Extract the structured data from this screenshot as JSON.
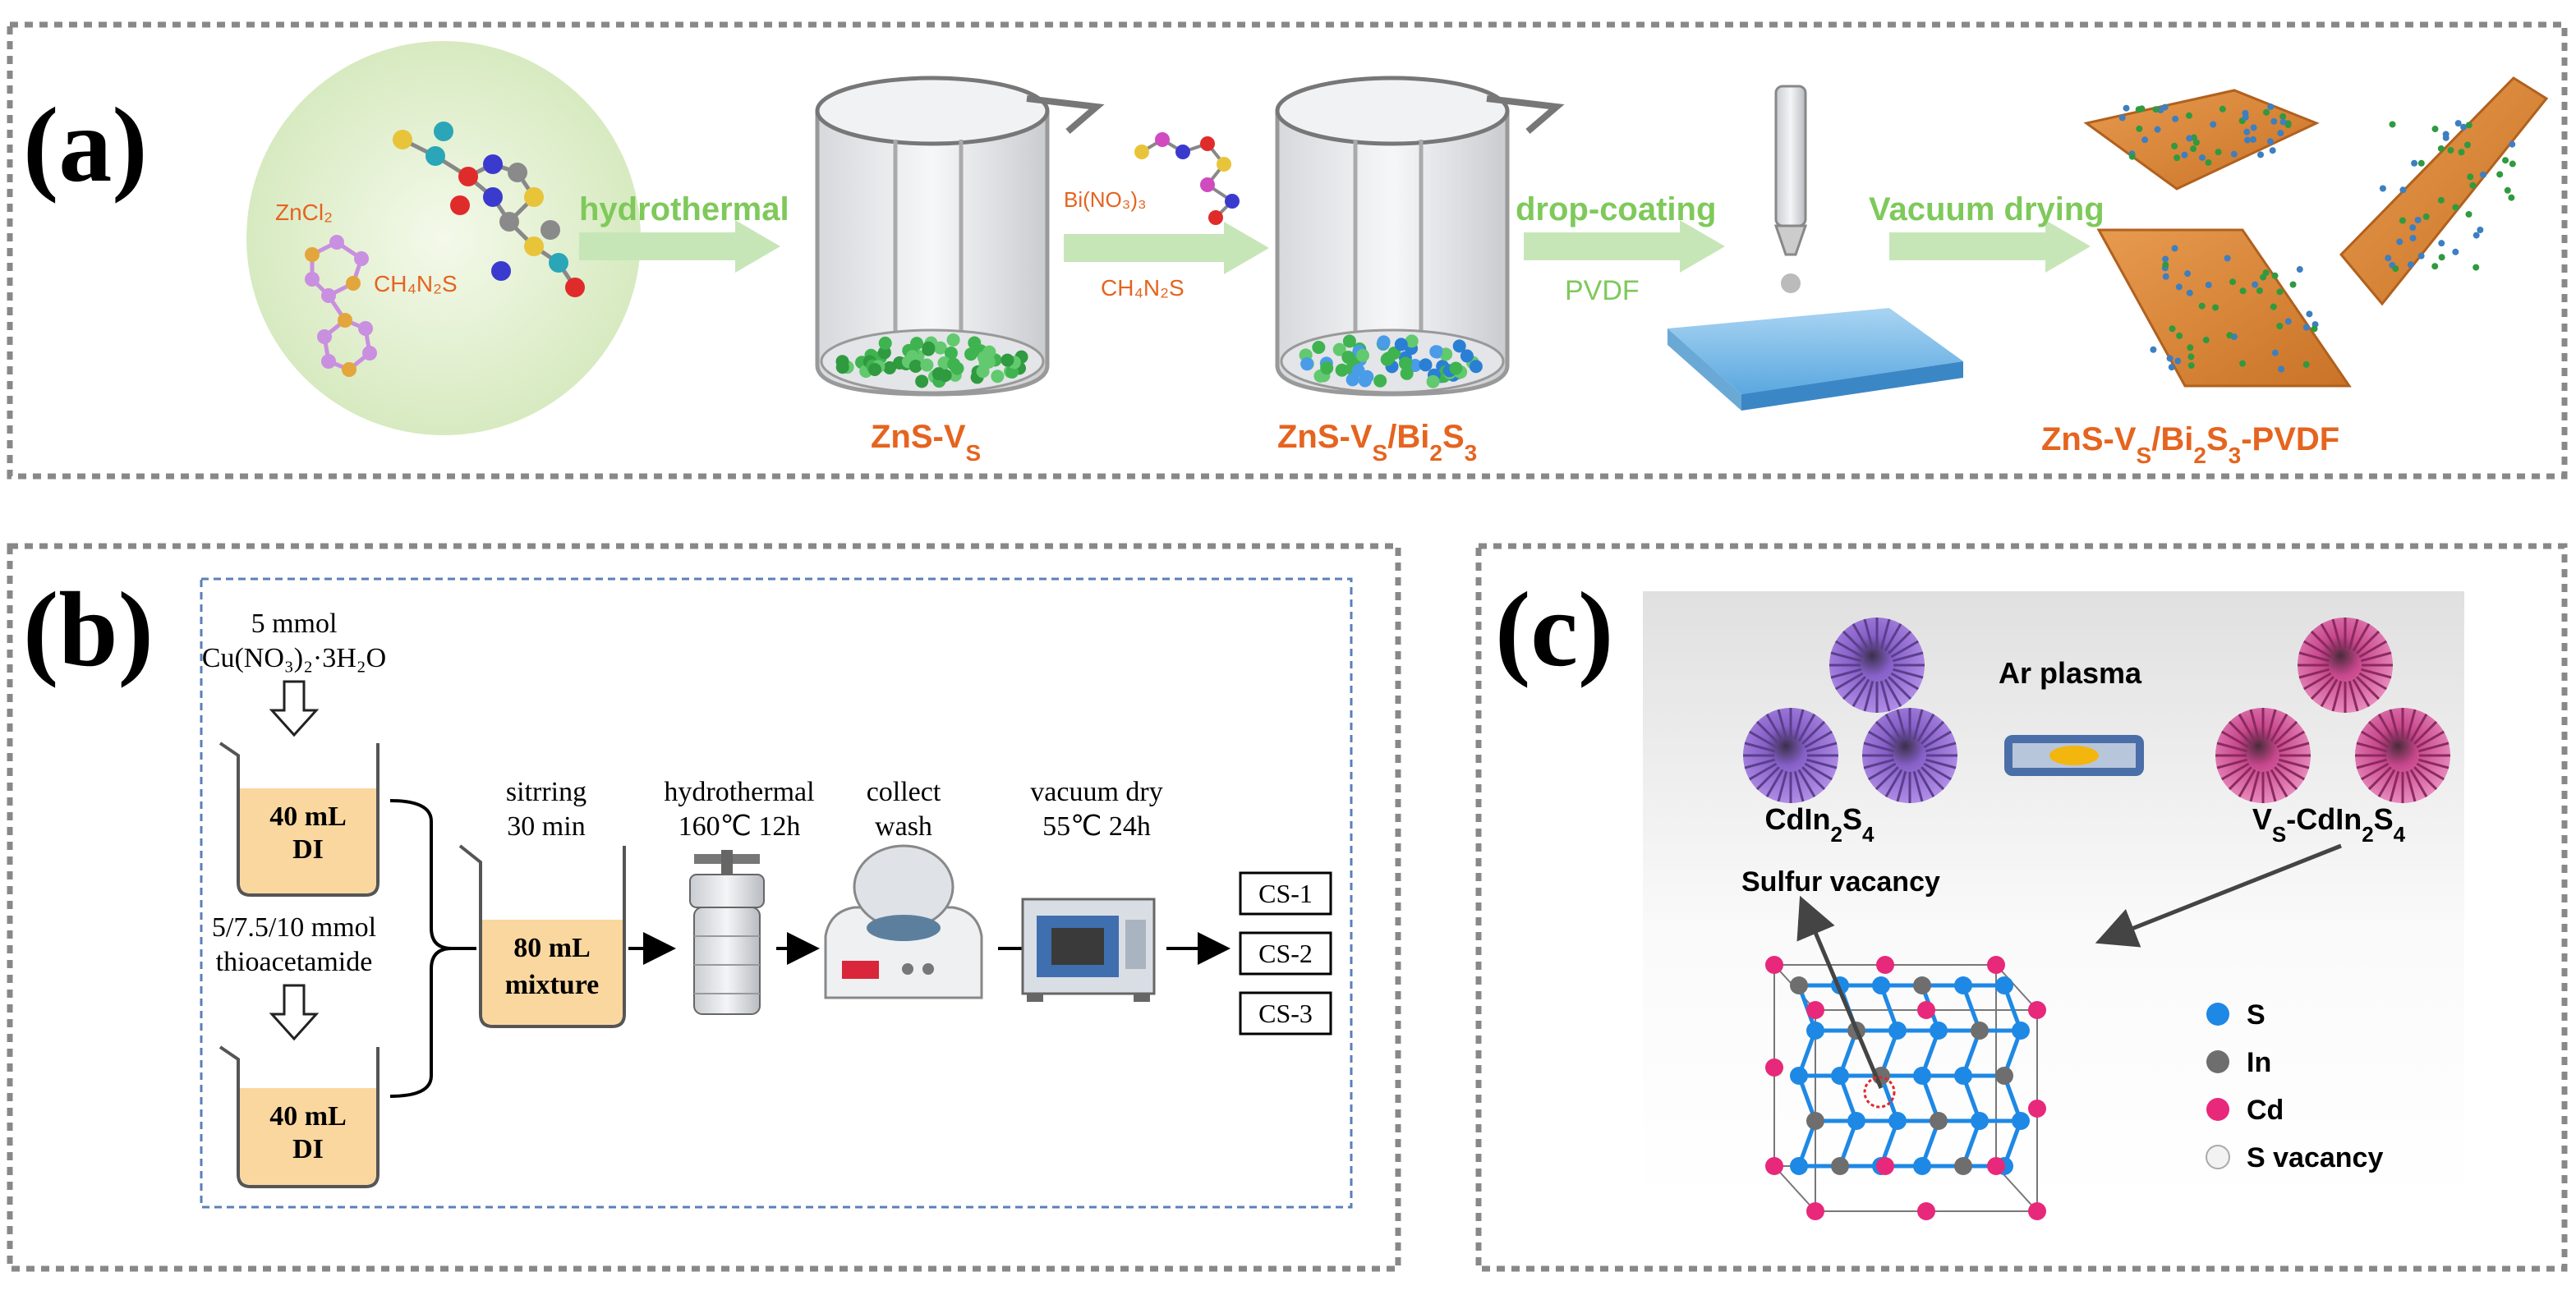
{
  "panel_a": {
    "letter": "(a)",
    "reagent_zncl2": "ZnCl₂",
    "reagent_ch4n2s": "CH₄N₂S",
    "step1_label": "hydrothermal",
    "step2_top": "Bi(NO₃)₃",
    "step2_bottom": "CH₄N₂S",
    "step3_label": "drop-coating",
    "step3_sub": "PVDF",
    "step4_label": "Vacuum drying",
    "product1": "ZnS-V",
    "product1_sub": "S",
    "product2_pre": "ZnS-V",
    "product2_sub1": "S",
    "product2_mid": "/Bi",
    "product2_sub2": "2",
    "product2_s": "S",
    "product2_sub3": "3",
    "product3_pre": "ZnS-V",
    "product3_sub1": "S",
    "product3_mid": "/Bi",
    "product3_sub2": "2",
    "product3_s": "S",
    "product3_sub3": "3",
    "product3_post": "-PVDF",
    "colors": {
      "text_orange": "#e5641f",
      "arrow_green": "#bfe0b0",
      "label_green": "#8fd46f",
      "petri": "#e8f3d6"
    }
  },
  "panel_b": {
    "letter": "(b)",
    "cu_amount": "5 mmol",
    "cu_formula": "Cu(NO₃)₂·3H₂O",
    "beaker1_line1": "40 mL",
    "beaker1_line2": "DI",
    "ta_amount": "5/7.5/10 mmol",
    "ta_name": "thioacetamide",
    "beaker2_line1": "40 mL",
    "beaker2_line2": "DI",
    "stir_line1": "sitrring",
    "stir_line2": "30 min",
    "mix_line1": "80 mL",
    "mix_line2": "mixture",
    "hydro_line1": "hydrothermal",
    "hydro_line2": "160℃ 12h",
    "collect_line1": "collect",
    "collect_line2": "wash",
    "vac_line1": "vacuum dry",
    "vac_line2": "55℃ 24h",
    "samples": [
      "CS-1",
      "CS-2",
      "CS-3"
    ],
    "colors": {
      "liquid": "#fad79f",
      "frame": "#5b7fb8"
    }
  },
  "panel_c": {
    "letter": "(c)",
    "plasma_label": "Ar plasma",
    "left_label_pre": "CdIn",
    "left_label_sub1": "2",
    "left_label_s": "S",
    "left_label_sub2": "4",
    "right_label_pre": "V",
    "right_label_sub0": "S",
    "right_label_mid": "-CdIn",
    "right_label_sub1": "2",
    "right_label_s": "S",
    "right_label_sub2": "4",
    "vacancy_label": "Sulfur vacancy",
    "legend": [
      {
        "label": "S",
        "color": "#1e88e5"
      },
      {
        "label": "In",
        "color": "#6e6e6e"
      },
      {
        "label": "Cd",
        "color": "#e8287a"
      },
      {
        "label": "S vacancy",
        "color": "#f2f2f2"
      }
    ],
    "colors": {
      "purple": "#9b6fd6",
      "pink": "#d7559c"
    }
  }
}
